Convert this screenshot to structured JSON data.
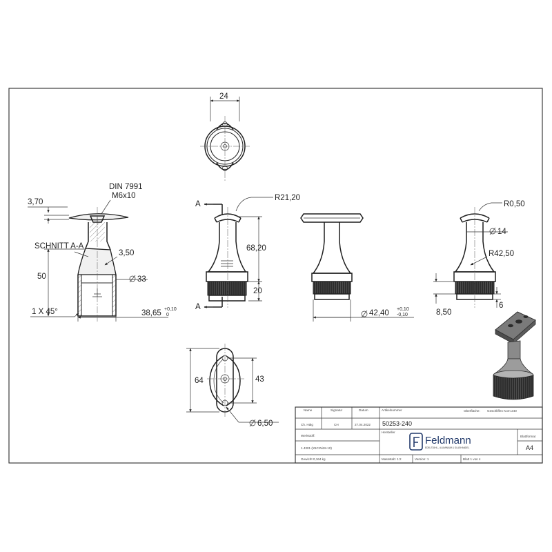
{
  "dimensions": {
    "top_width": "24",
    "din": "DIN 7991",
    "screw": "M6x10",
    "plate_thickness": "3,70",
    "section": "SCHNITT A-A",
    "wall": "3,50",
    "height_50": "50",
    "dia_33": "33",
    "chamfer": "1 X 45°",
    "dia_3865": "38,65",
    "tol_3865_upper": "+0,10",
    "tol_3865_lower": "0",
    "section_a_top": "A",
    "section_a_bottom": "A",
    "radius_2120": "R21,20",
    "height_6820": "68,20",
    "height_20": "20",
    "dia_4240": "42,40",
    "tol_4240_upper": "+0,10",
    "tol_4240_lower": "-0,10",
    "radius_050": "R0,50",
    "dia_14": "14",
    "radius_4250": "R42,50",
    "height_850": "8,50",
    "height_6": "6",
    "plate_length": "64",
    "hole_spacing": "43",
    "hole_dia": "6,50"
  },
  "title_block": {
    "col_name": "Name",
    "col_signature": "Signatur",
    "col_date": "Datum",
    "col_article": "Artikelnummer",
    "col_surface": "Oberfläche:",
    "surface_value": "Geschliffen Korn 240",
    "drawn_by": "Ch. Hälg",
    "signature": "CH",
    "date": "27.04.2022",
    "article_number": "50253-240",
    "manufacturer_label": "Hersteller",
    "material_label": "Werkstoff:",
    "material_value": "1.4301 (X5CrNi18-10)",
    "company": "Feldmann",
    "company_tagline": "EDELSTAHL-, ALUMINIUM & GLASHANDEL",
    "format_label": "Blattformat",
    "format_value": "A4",
    "weight": "Gewicht 0,164 kg",
    "scale": "Massstab: 1:2",
    "version": "Version: 1",
    "sheet": "Blatt 1 von 4"
  },
  "colors": {
    "line": "#2b2b2b",
    "logo": "#223a6b",
    "knurl": "#2f2f2f"
  }
}
